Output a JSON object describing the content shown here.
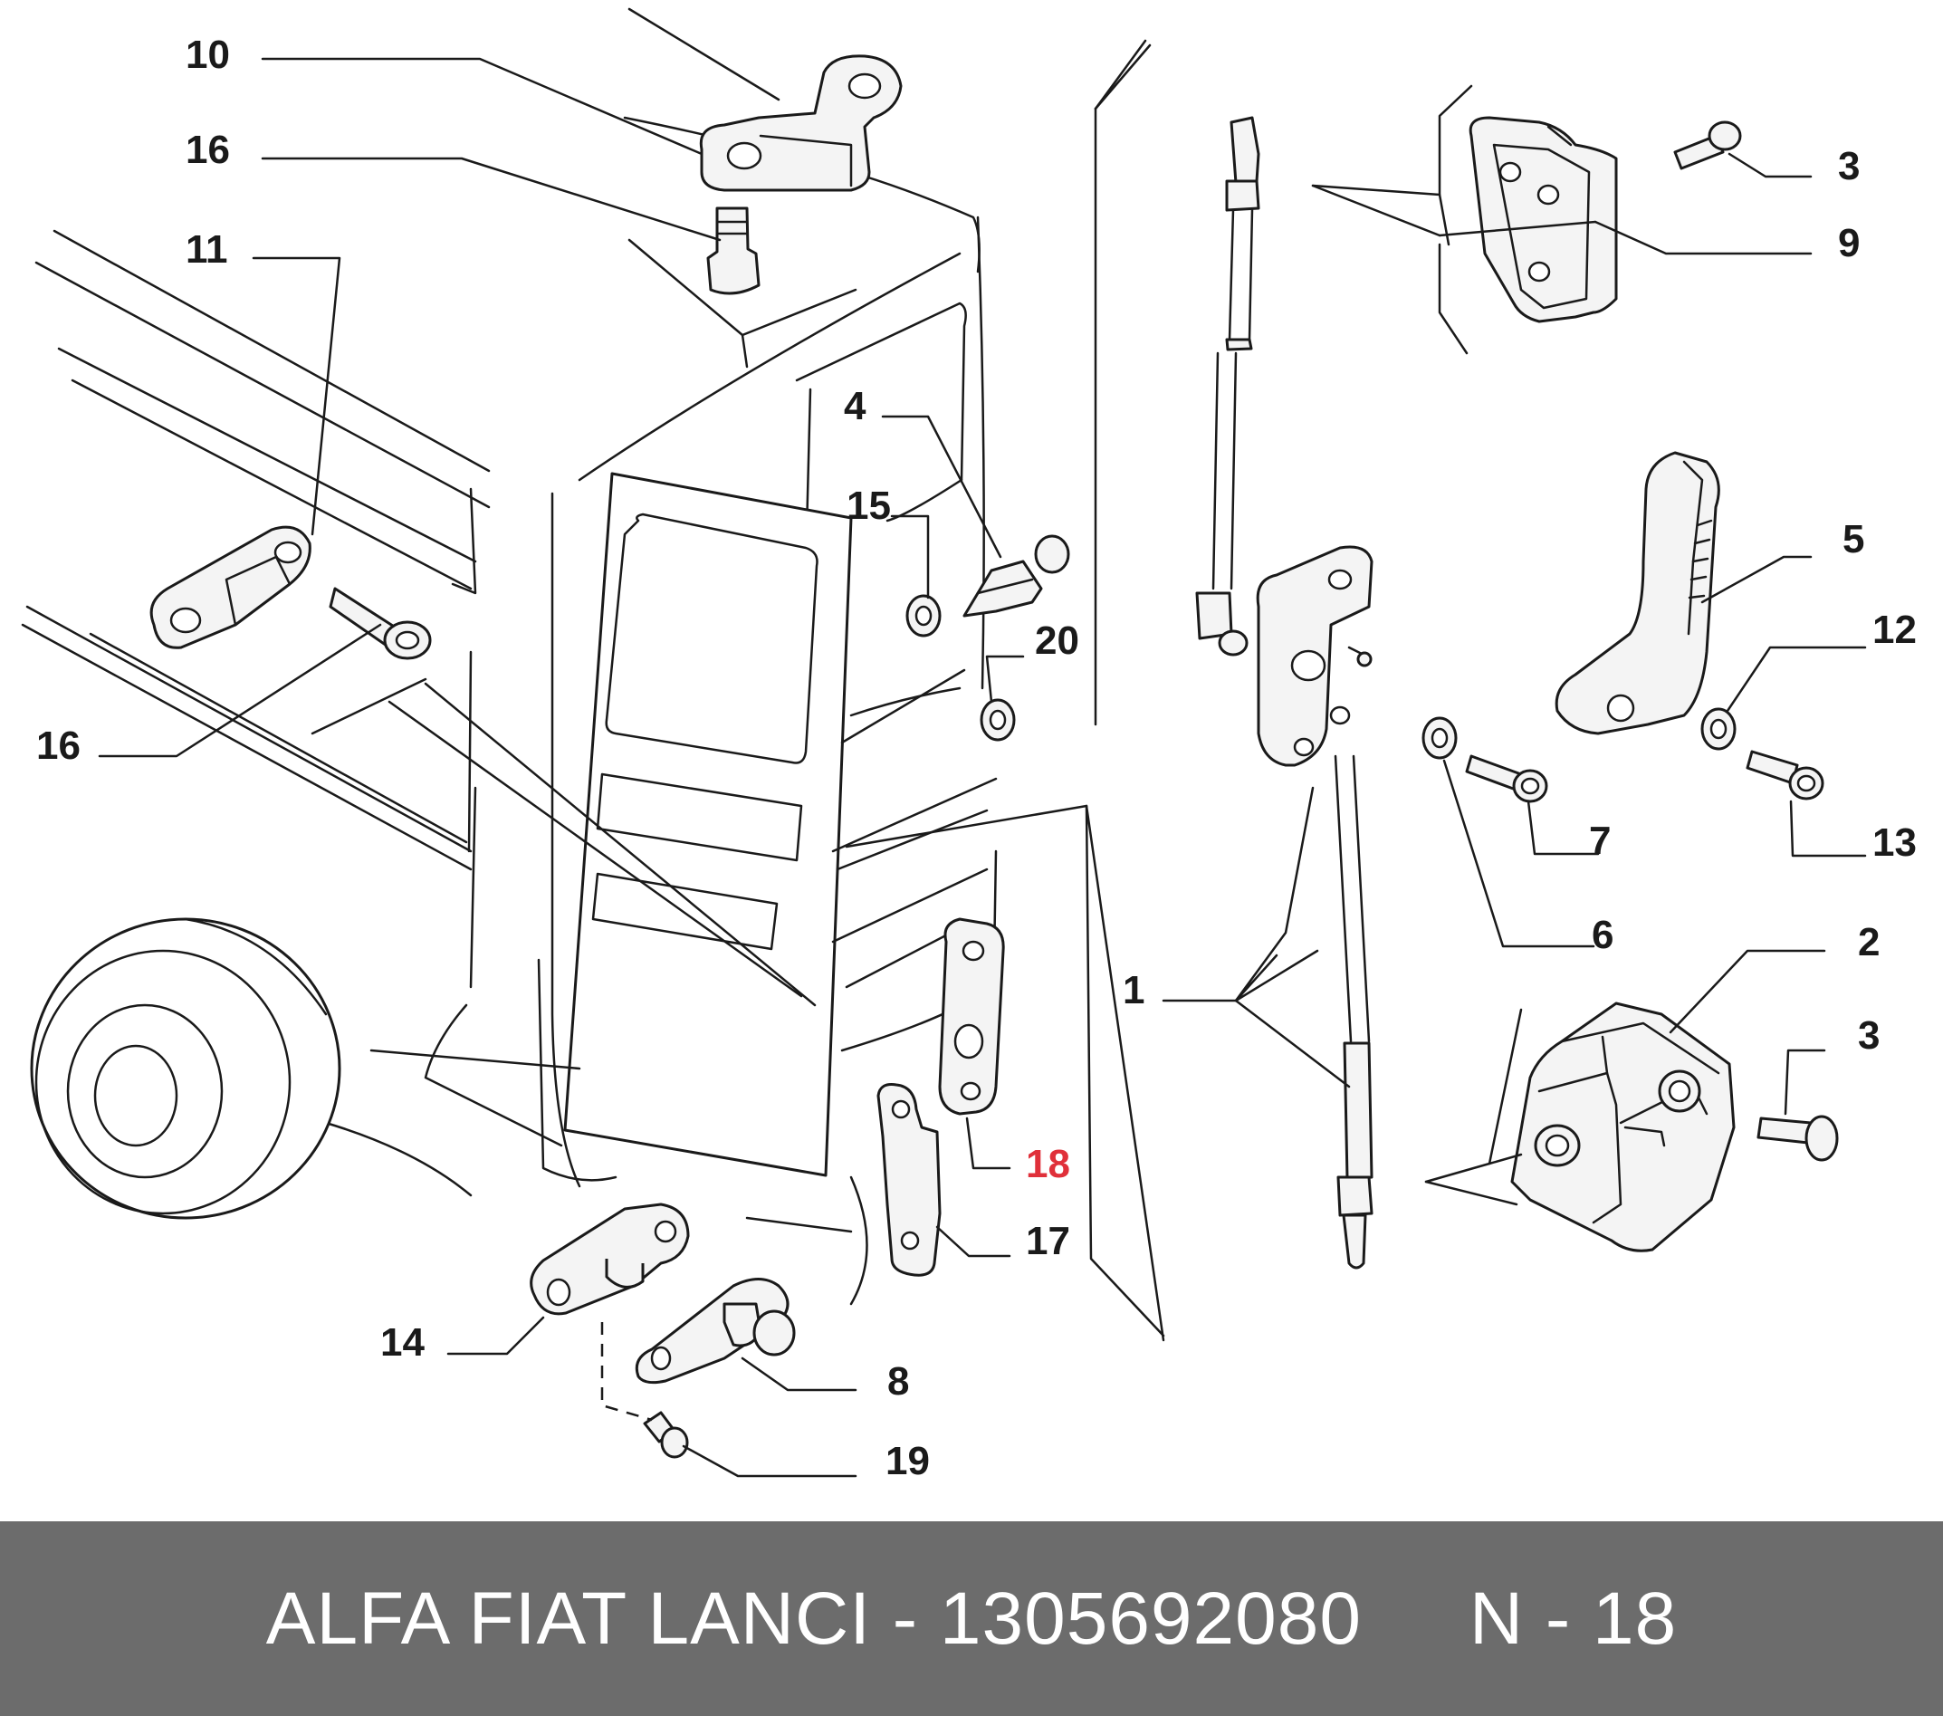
{
  "footer": {
    "brand": "ALFA FIAT LANCI",
    "separator": "-",
    "part_number": "1305692080",
    "page": "N - 18"
  },
  "callouts": [
    {
      "id": "10",
      "label": "10"
    },
    {
      "id": "16a",
      "label": "16"
    },
    {
      "id": "11",
      "label": "11"
    },
    {
      "id": "16b",
      "label": "16"
    },
    {
      "id": "4",
      "label": "4"
    },
    {
      "id": "15",
      "label": "15"
    },
    {
      "id": "20",
      "label": "20"
    },
    {
      "id": "18",
      "label": "18",
      "highlighted": true
    },
    {
      "id": "17",
      "label": "17"
    },
    {
      "id": "14",
      "label": "14"
    },
    {
      "id": "8",
      "label": "8"
    },
    {
      "id": "19",
      "label": "19"
    },
    {
      "id": "1",
      "label": "1"
    },
    {
      "id": "3a",
      "label": "3"
    },
    {
      "id": "9",
      "label": "9"
    },
    {
      "id": "5",
      "label": "5"
    },
    {
      "id": "12",
      "label": "12"
    },
    {
      "id": "7",
      "label": "7"
    },
    {
      "id": "13",
      "label": "13"
    },
    {
      "id": "6",
      "label": "6"
    },
    {
      "id": "2",
      "label": "2"
    },
    {
      "id": "3b",
      "label": "3"
    }
  ],
  "colors": {
    "highlight": "#e0303a",
    "footer_bg": "#6c6c6c",
    "ink": "#1a1a1a"
  }
}
